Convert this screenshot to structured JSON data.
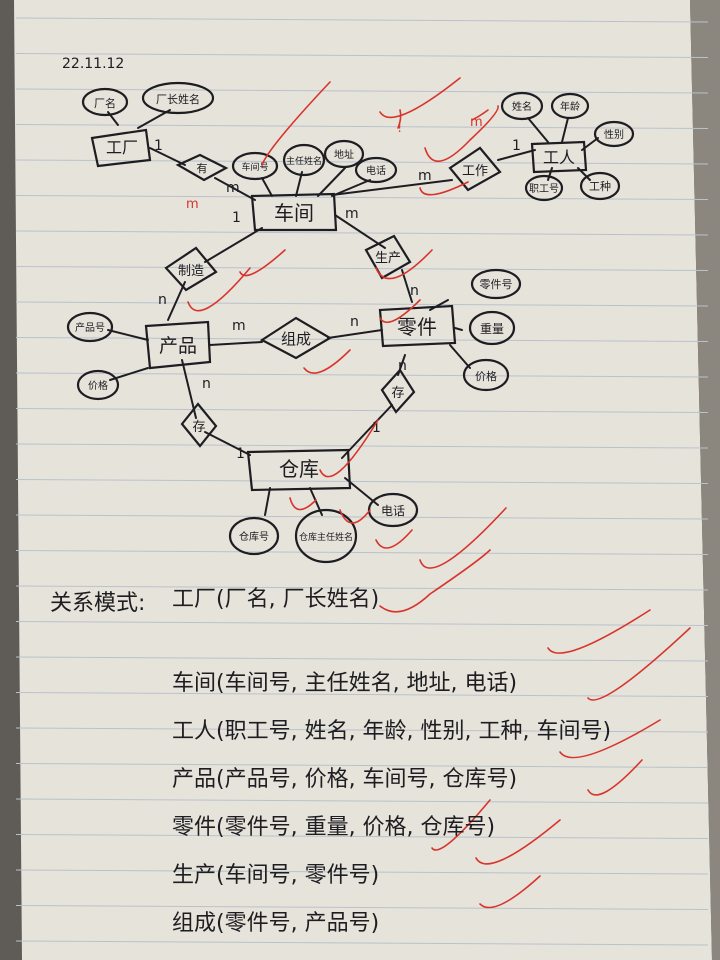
{
  "date": "22.11.12",
  "entities": {
    "factory": "工厂",
    "workshop": "车间",
    "worker": "工人",
    "product": "产品",
    "part": "零件",
    "warehouse": "仓库"
  },
  "relationships": {
    "has": "有",
    "work": "工作",
    "produce": "生产",
    "make": "制造",
    "compose": "组成",
    "store_p": "存",
    "store_w": "存"
  },
  "attributes": {
    "factory": [
      "厂名",
      "厂长姓名"
    ],
    "workshop": [
      "车间号",
      "主任姓名",
      "地址",
      "电话"
    ],
    "worker": [
      "姓名",
      "年龄",
      "性别",
      "职工号",
      "工种"
    ],
    "product": [
      "产品号",
      "价格"
    ],
    "part": [
      "零件号",
      "重量",
      "价格"
    ],
    "warehouse": [
      "仓库号",
      "仓库主任姓名",
      "电话"
    ]
  },
  "cardinalities": {
    "factory_has": "1",
    "has_workshop": "m",
    "workshop_work": "m",
    "work_worker": "1",
    "workshop_make": "1",
    "make_product": "n",
    "workshop_produce": "m",
    "produce_part": "n",
    "product_compose": "m",
    "compose_part": "n",
    "product_store": "n",
    "part_store": "n",
    "store_warehouse_p": "1",
    "store_warehouse_w": "1"
  },
  "schema": {
    "heading": "关系模式:",
    "lines": [
      "工厂(厂名, 厂长姓名)",
      "车间(车间号, 主任姓名, 地址, 电话)",
      "工人(职工号, 姓名, 年龄, 性别, 工种, 车间号)",
      "产品(产品号, 价格, 车间号, 仓库号)",
      "零件(零件号, 重量, 价格, 仓库号)",
      "生产(车间号, 零件号)",
      "组成(零件号, 产品号)"
    ]
  }
}
